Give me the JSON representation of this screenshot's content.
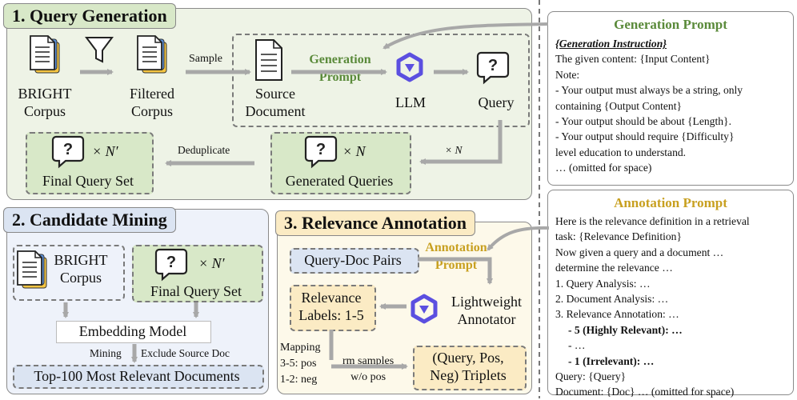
{
  "panel1": {
    "title": "1. Query Generation",
    "bright_corpus": "BRIGHT\nCorpus",
    "filtered_corpus": "Filtered\nCorpus",
    "sample": "Sample",
    "source_document": "Source\nDocument",
    "generation_prompt": "Generation\nPrompt",
    "llm": "LLM",
    "query": "Query",
    "times_n_arrow": "× N",
    "generated_queries": "Generated Queries",
    "generated_times": "× N",
    "deduplicate": "Deduplicate",
    "final_query_set": "Final Query Set",
    "final_times": "× N′"
  },
  "panel2": {
    "title": "2. Candidate Mining",
    "bright_corpus": "BRIGHT\nCorpus",
    "final_query_set": "Final Query Set",
    "final_times": "× N′",
    "embedding_model": "Embedding Model",
    "mining": "Mining",
    "exclude": "Exclude Source Doc",
    "top100": "Top-100 Most Relevant Documents"
  },
  "panel3": {
    "title": "3. Relevance Annotation",
    "query_doc_pairs": "Query-Doc Pairs",
    "annotation_prompt": "Annotation\nPrompt",
    "relevance_labels": "Relevance\nLabels: 1-5",
    "annotator": "Lightweight\nAnnotator",
    "mapping": "Mapping\n3-5: pos\n1-2: neg",
    "rm_samples": "rm samples\nw/o pos",
    "triplets": "(Query, Pos,\nNeg) Triplets"
  },
  "gen_prompt": {
    "heading": "Generation Prompt",
    "lines": [
      "{Generation Instruction}",
      "The given content: {Input Content}",
      "Note:",
      "- Your output must always be a string, only",
      "containing {Output Content}",
      "- Your output should be about {Length}.",
      "- Your output should require {Difficulty}",
      "level education to understand.",
      "… (omitted for space)"
    ]
  },
  "ann_prompt": {
    "heading": "Annotation Prompt",
    "lines": [
      "Here is the relevance definition in a retrieval",
      "task: {Relevance Definition}",
      "Now given a query and a document …",
      "determine the relevance …",
      "1. Query Analysis: …",
      "2. Document Analysis: …",
      "3. Relevance Annotation: …",
      "- 5 (Highly Relevant): …",
      "- …",
      "- 1 (Irrelevant): …",
      "Query: {Query}",
      "Document: {Doc} … (omitted for space)"
    ]
  },
  "colors": {
    "green_fill": "#eef3e6",
    "green_box": "#d8e8c8",
    "blue_fill": "#eef2fa",
    "blue_box": "#dbe4f2",
    "yellow_fill": "#fdf9ea",
    "yellow_box": "#fbebc4",
    "gen_prompt_text": "#5a8a3a",
    "ann_prompt_text": "#c8a020",
    "llm_logo": "#5b4fe0"
  }
}
